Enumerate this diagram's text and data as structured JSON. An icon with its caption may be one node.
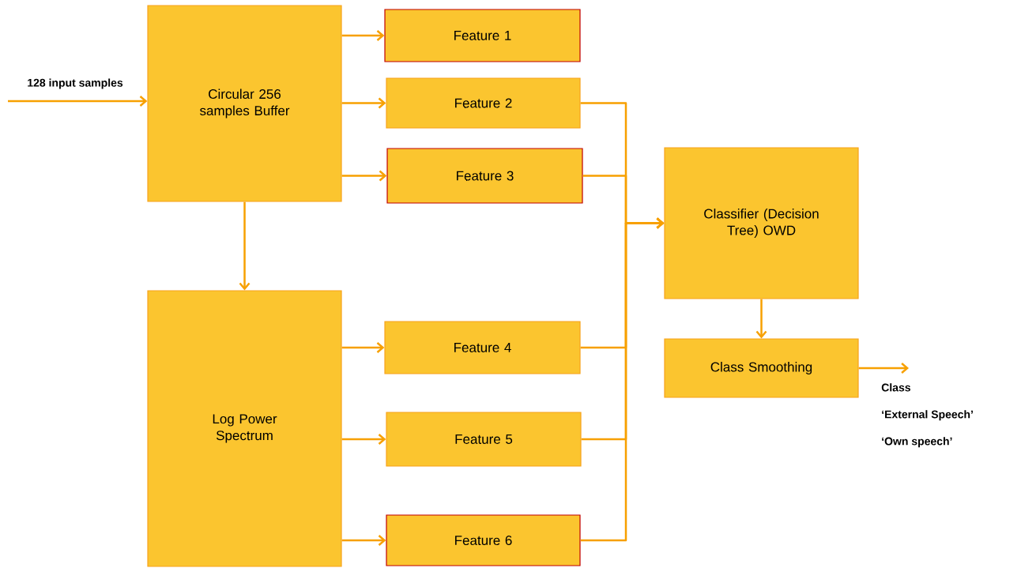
{
  "diagram": {
    "nodes": [
      {
        "text": [
          "Circular 256 samples Buffer"
        ]
      },
      {
        "text": [
          "Feature 1"
        ]
      },
      {
        "text": [
          "Feature 2"
        ]
      },
      {
        "text": [
          "Feature 3"
        ]
      },
      {
        "text": [
          "Log Power Spectrum"
        ]
      },
      {
        "text": [
          "Feature 4"
        ]
      },
      {
        "text": [
          "Feature 5"
        ]
      },
      {
        "text": [
          "Feature 6"
        ]
      },
      {
        "text": [
          "Classifier (Decision Tree) OWD"
        ]
      },
      {
        "text": [
          "Class Smoothing"
        ]
      },
      {
        "text": [
          "Class",
          "‘External Speech’",
          "‘Own speech’"
        ]
      }
    ],
    "edges": [
      {
        "from": null,
        "to": 0,
        "arrow": "to"
      },
      {
        "from": 0,
        "to": 1,
        "arrow": "to"
      },
      {
        "from": 0,
        "to": 2,
        "arrow": "to"
      },
      {
        "from": 0,
        "to": 3,
        "arrow": "to"
      },
      {
        "from": 0,
        "to": 4,
        "arrow": "to"
      },
      {
        "from": 4,
        "to": 5,
        "arrow": "to"
      },
      {
        "from": 4,
        "to": 6,
        "arrow": "to"
      },
      {
        "from": 4,
        "to": 7,
        "arrow": "to"
      },
      {
        "from": 2,
        "to": 8,
        "arrow": "to"
      },
      {
        "from": 3,
        "to": 8,
        "arrow": "to"
      },
      {
        "from": 5,
        "to": 8,
        "arrow": "to"
      },
      {
        "from": 6,
        "to": 8,
        "arrow": "to"
      },
      {
        "from": 7,
        "to": 8,
        "arrow": "to"
      },
      {
        "from": 8,
        "to": 9,
        "arrow": "to"
      },
      {
        "from": 9,
        "to": 10,
        "arrow": "to"
      }
    ],
    "labels": [
      "128 input samples"
    ]
  }
}
